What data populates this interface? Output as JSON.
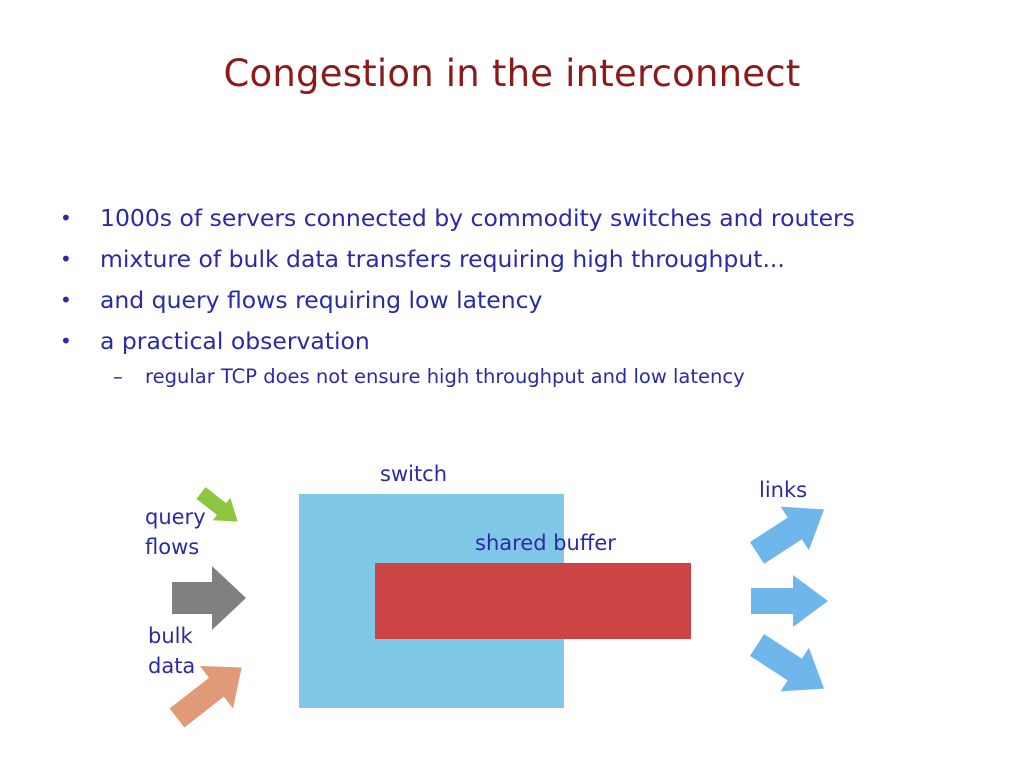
{
  "slide": {
    "title": "Congestion in the interconnect",
    "bullets": [
      "1000s of servers connected by commodity switches and routers",
      "mixture of bulk data transfers requiring high throughput...",
      "and query flows requiring low latency",
      "a practical observation"
    ],
    "bullet_marker": "•",
    "sub_bullets": [
      "regular TCP does not ensure high throughput and low latency"
    ],
    "sub_marker": "–"
  },
  "diagram": {
    "switch_label": "switch",
    "buffer_label": "shared buffer",
    "links_label": "links",
    "query_label_line1": "query",
    "query_label_line2": "flows",
    "bulk_label_line1": "bulk",
    "bulk_label_line2": "data"
  },
  "colors": {
    "title": "#8b1a1a",
    "body_text": "#2a2aa6",
    "switch": "#80c8e8",
    "buffer": "#cc4444",
    "query_arrow": "#8dc63f",
    "middle_arrow": "#808080",
    "bulk_arrow": "#e09a78",
    "link_arrows": "#6fb7ea"
  }
}
